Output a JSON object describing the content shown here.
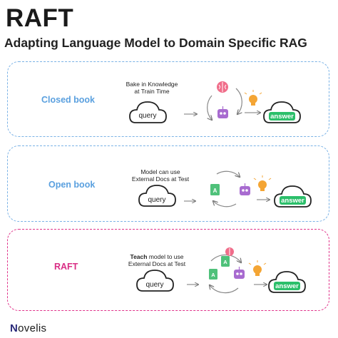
{
  "header": {
    "title": "RAFT",
    "subtitle": "Adapting Language Model to Domain Specific RAG"
  },
  "panels": [
    {
      "label": "Closed book",
      "caption_line1": "Bake in Knowledge",
      "caption_line2": "at Train Time",
      "input": "query",
      "output": "answer"
    },
    {
      "label": "Open book",
      "caption_line1": "Model can use",
      "caption_line2": "External Docs at Test",
      "input": "query",
      "output": "answer"
    },
    {
      "label": "RAFT",
      "caption_bold": "Teach",
      "caption_line1_rest": " model to use",
      "caption_line2": "External Docs at Test",
      "input": "query",
      "output": "answer"
    }
  ],
  "footer": {
    "logo_initial": "N",
    "logo_rest": "ovelis"
  },
  "colors": {
    "blue_border": "#7ab2e6",
    "pink_border": "#e0338a",
    "answer_green": "#2bbf6a",
    "brain_pink": "#f06d8a",
    "robot_purple": "#a86bd0",
    "bulb_orange": "#f4a534",
    "doc_green": "#4fc17a"
  },
  "icons": [
    "cloud-icon",
    "arrow-right-icon",
    "brain-icon",
    "robot-icon",
    "lightbulb-icon",
    "document-icon",
    "cycle-arrows-icon"
  ]
}
